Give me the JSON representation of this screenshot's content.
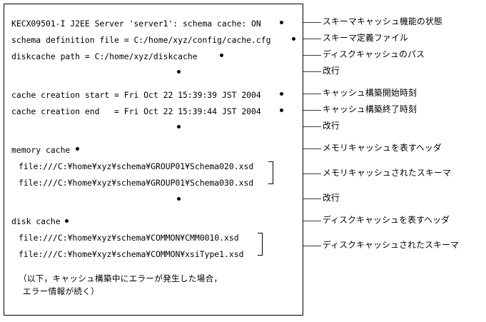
{
  "figure": {
    "type": "annotated-console-output",
    "description": "J2EE server schema cache console output with Japanese callout annotations"
  },
  "console": {
    "lines": [
      {
        "id": "msg-status",
        "text": "KECX09501-I J2EE Server 'server1': schema cache: ON",
        "indent": false,
        "lang": "mono"
      },
      {
        "id": "msg-schema-def",
        "text": "schema definition file = C:/home/xyz/config/cache.cfg",
        "indent": false,
        "lang": "mono"
      },
      {
        "id": "msg-diskcache-path",
        "text": "diskcache path = C:/home/xyz/diskcache",
        "indent": false,
        "lang": "mono"
      },
      {
        "id": "msg-blank-1",
        "text": "",
        "indent": false,
        "lang": "mono"
      },
      {
        "id": "msg-create-start",
        "text": "cache creation start = Fri Oct 22 15:39:39 JST 2004",
        "indent": false,
        "lang": "mono"
      },
      {
        "id": "msg-create-end",
        "text": "cache creation end   = Fri Oct 22 15:39:44 JST 2004",
        "indent": false,
        "lang": "mono"
      },
      {
        "id": "msg-blank-2",
        "text": "",
        "indent": false,
        "lang": "mono"
      },
      {
        "id": "msg-memory-cache",
        "text": "memory cache",
        "indent": false,
        "lang": "mono"
      },
      {
        "id": "msg-mem-file-1",
        "text": "file:///C:¥home¥xyz¥schema¥GROUP01¥Schema020.xsd",
        "indent": true,
        "lang": "mono"
      },
      {
        "id": "msg-mem-file-2",
        "text": "file:///C:¥home¥xyz¥schema¥GROUP01¥Schema030.xsd",
        "indent": true,
        "lang": "mono"
      },
      {
        "id": "msg-blank-3",
        "text": "",
        "indent": false,
        "lang": "mono"
      },
      {
        "id": "msg-disk-cache",
        "text": "disk cache",
        "indent": false,
        "lang": "mono"
      },
      {
        "id": "msg-disk-file-1",
        "text": "file:///C:¥home¥xyz¥schema¥COMMON¥CMM0010.xsd",
        "indent": true,
        "lang": "mono"
      },
      {
        "id": "msg-disk-file-2",
        "text": "file:///C:¥home¥xyz¥schema¥COMMON¥xsiType1.xsd",
        "indent": true,
        "lang": "mono"
      },
      {
        "id": "msg-note-1",
        "text": "（以下，キャッシュ構築中にエラーが発生した場合，",
        "indent": true,
        "lang": "jp"
      },
      {
        "id": "msg-note-2",
        "text": "エラー情報が続く）",
        "indent": true,
        "lang": "jp"
      }
    ]
  },
  "annotations": [
    {
      "id": "anno-cache-status",
      "text": "スキーマキャッシュ機能の状態"
    },
    {
      "id": "anno-schema-def-file",
      "text": "スキーマ定義ファイル"
    },
    {
      "id": "anno-diskcache-path",
      "text": "ディスクキャッシュのパス"
    },
    {
      "id": "anno-newline-1",
      "text": "改行"
    },
    {
      "id": "anno-build-start-time",
      "text": "キャッシュ構築開始時刻"
    },
    {
      "id": "anno-build-end-time",
      "text": "キャッシュ構築終了時刻"
    },
    {
      "id": "anno-newline-2",
      "text": "改行"
    },
    {
      "id": "anno-memory-header",
      "text": "メモリキャッシュを表すヘッダ"
    },
    {
      "id": "anno-memory-schemas",
      "text": "メモリキャッシュされたスキーマ"
    },
    {
      "id": "anno-newline-3",
      "text": "改行"
    },
    {
      "id": "anno-disk-header",
      "text": "ディスクキャッシュを表すヘッダ"
    },
    {
      "id": "anno-disk-schemas",
      "text": "ディスクキャッシュされたスキーマ"
    }
  ],
  "colors": {
    "background": "#ffffff",
    "text": "#000000",
    "border": "#000000",
    "leader": "#3a3a3a"
  }
}
